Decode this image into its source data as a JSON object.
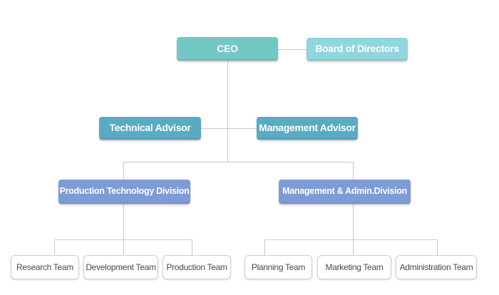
{
  "colors": {
    "ceo": "#73c7c4",
    "board": "#8fd6dd",
    "advisor": "#5aaac1",
    "division": "#7d9bd7",
    "connector": "#c9c9c9",
    "team_border": "#cfcfcf",
    "team_text": "#4a4a4a"
  },
  "org": {
    "ceo": "CEO",
    "board": "Board of Directors",
    "advisors": {
      "technical": "Technical Advisor",
      "management": "Management Advisor"
    },
    "divisions": {
      "production": {
        "label": "Production Technology Division",
        "teams": [
          "Research Team",
          "Development Team",
          "Production Team"
        ]
      },
      "management": {
        "label": "Management & Admin.Division",
        "teams": [
          "Planning Team",
          "Marketing Team",
          "Administration Team"
        ]
      }
    }
  }
}
